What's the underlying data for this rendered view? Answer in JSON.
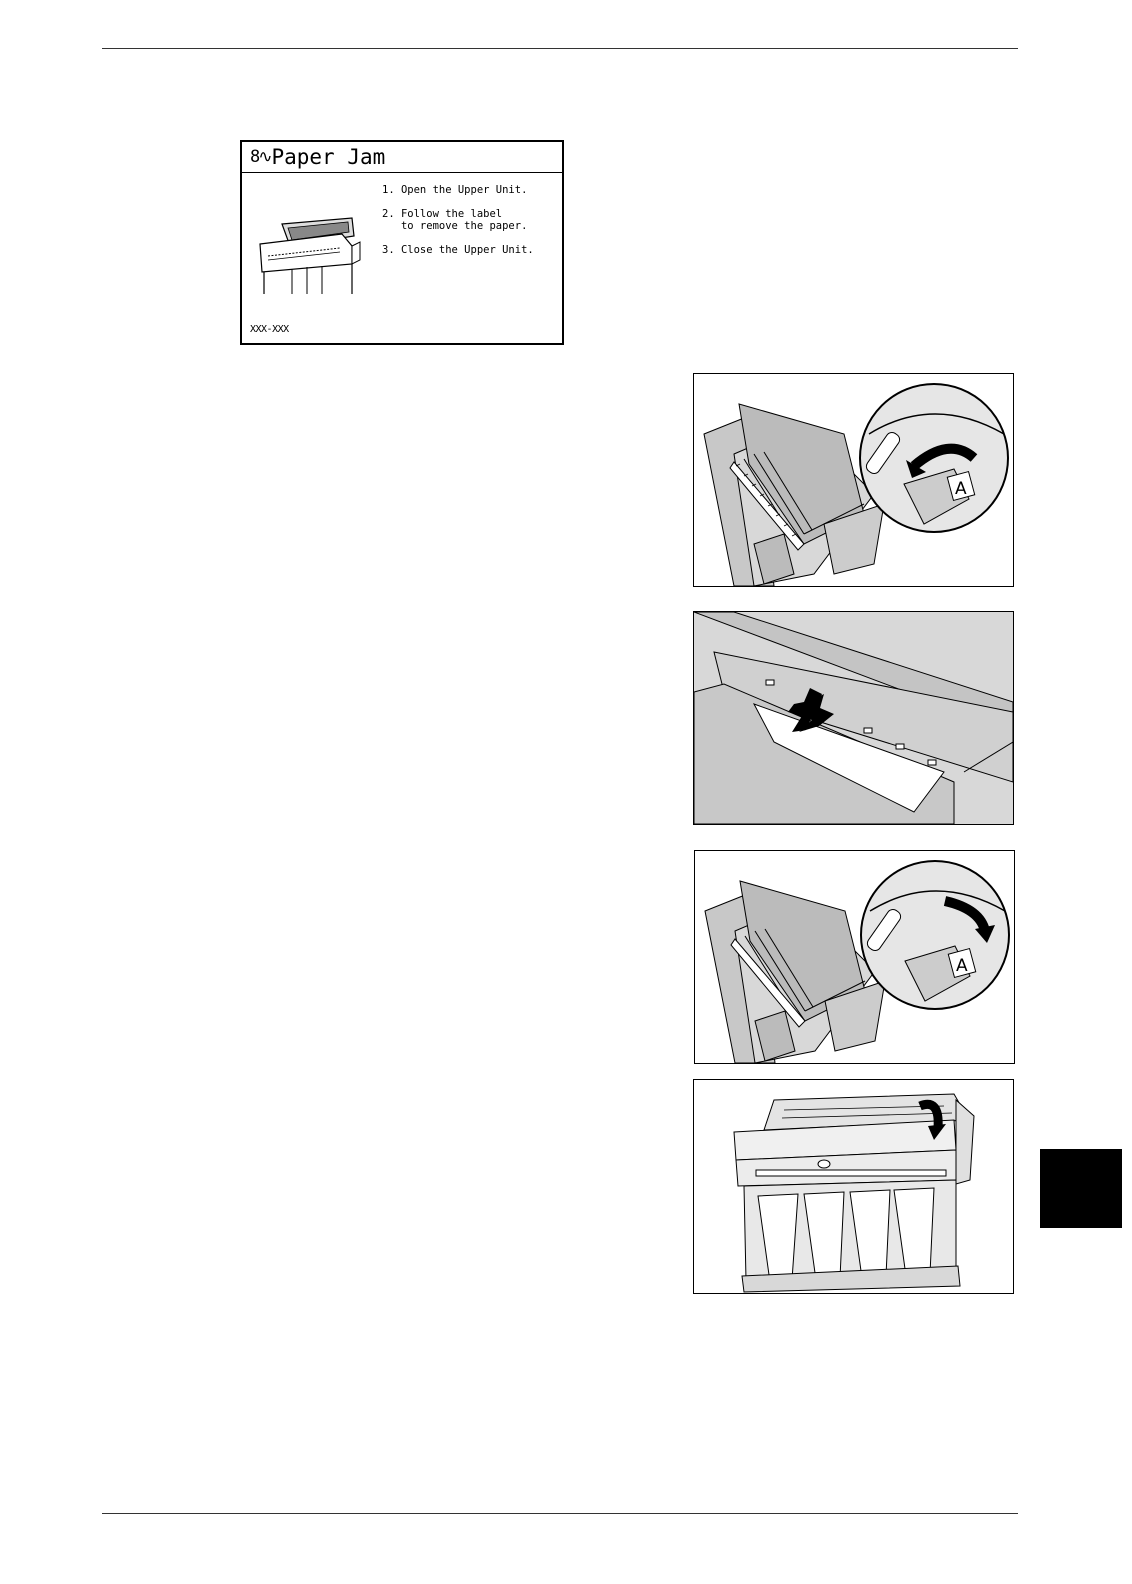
{
  "panel": {
    "title": "Paper Jam",
    "steps": [
      "1. Open the Upper Unit.",
      "2. Follow the label\n   to remove the paper.",
      "3. Close the Upper Unit."
    ],
    "code": "XXX-XXX"
  },
  "figures": {
    "fig1_tag": "A",
    "fig3_tag": "A"
  },
  "icons": {
    "jam_icon": "paper-jam-icon",
    "colors": {
      "ink": "#000000",
      "machine_gray": "#c8c8c8",
      "paper": "#ffffff"
    }
  }
}
